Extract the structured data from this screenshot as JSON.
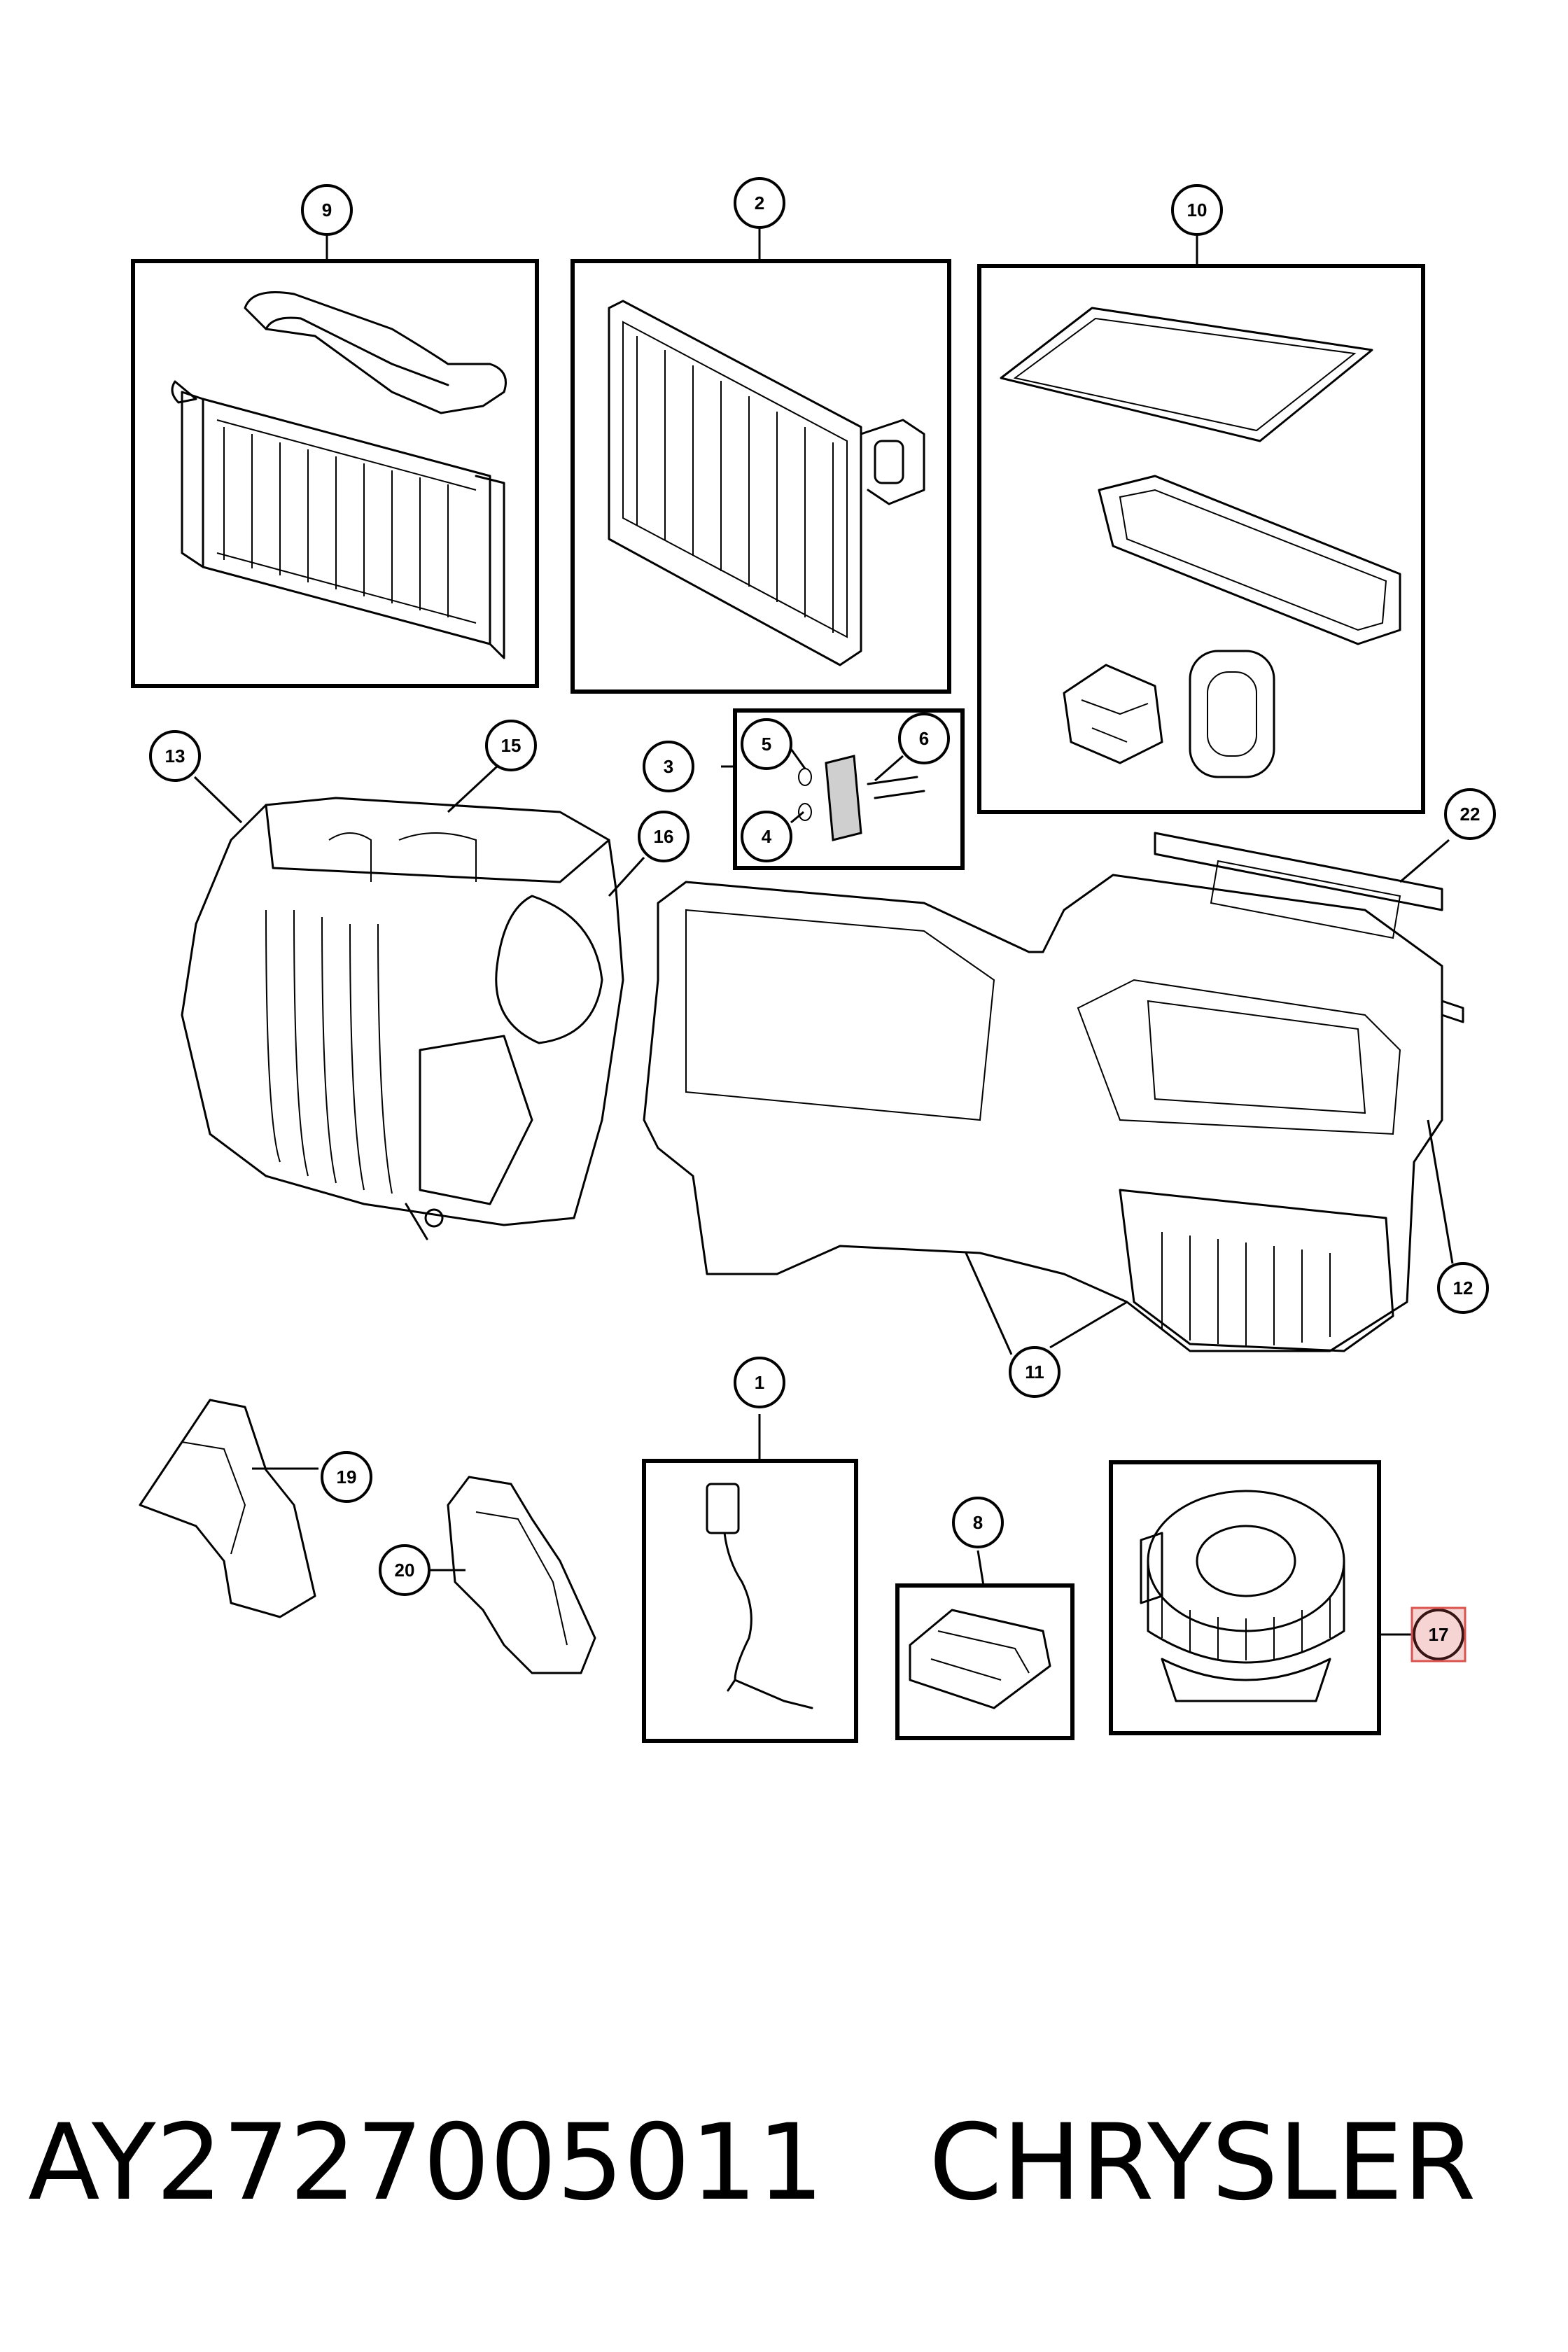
{
  "footer": {
    "part_number": "AY2727005011",
    "brand": "CHRYSLER"
  },
  "callouts": {
    "c1": "1",
    "c2": "2",
    "c3": "3",
    "c4": "4",
    "c5": "5",
    "c6": "6",
    "c8": "8",
    "c9": "9",
    "c10": "10",
    "c11": "11",
    "c12": "12",
    "c13": "13",
    "c15": "15",
    "c16": "16",
    "c17": "17",
    "c19": "19",
    "c20": "20",
    "c22": "22"
  },
  "highlight_color": "#d9534f"
}
